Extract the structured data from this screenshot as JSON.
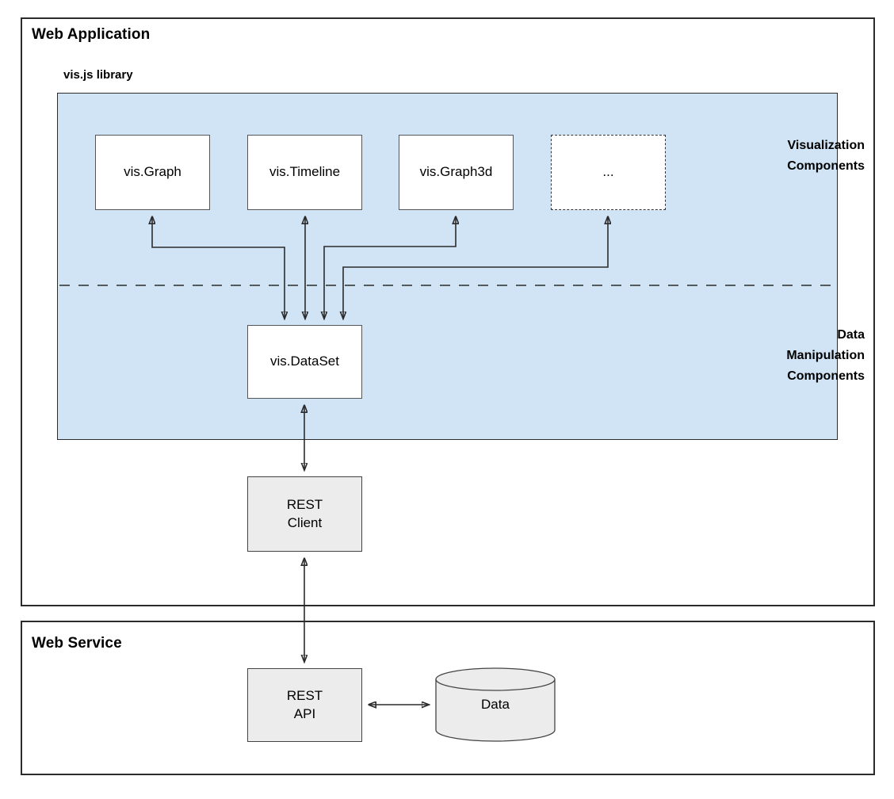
{
  "frames": {
    "webapp": {
      "title": "Web Application"
    },
    "webservice": {
      "title": "Web Service"
    }
  },
  "library": {
    "title": "vis.js library",
    "panel_color": "#d0e4f5",
    "sections": {
      "visualization": "Visualization\nComponents",
      "data_manipulation": "Data\nManipulation\nComponents"
    }
  },
  "nodes": {
    "graph": {
      "label": "vis.Graph"
    },
    "timeline": {
      "label": "vis.Timeline"
    },
    "graph3d": {
      "label": "vis.Graph3d"
    },
    "more": {
      "label": "..."
    },
    "dataset": {
      "label": "vis.DataSet"
    },
    "rest_client": {
      "label": "REST\nClient"
    },
    "rest_api": {
      "label": "REST\nAPI"
    },
    "data": {
      "label": "Data"
    }
  },
  "colors": {
    "panel": "#d0e4f5",
    "box_white": "#ffffff",
    "box_gray": "#ececec",
    "stroke": "#2b2b2b"
  }
}
